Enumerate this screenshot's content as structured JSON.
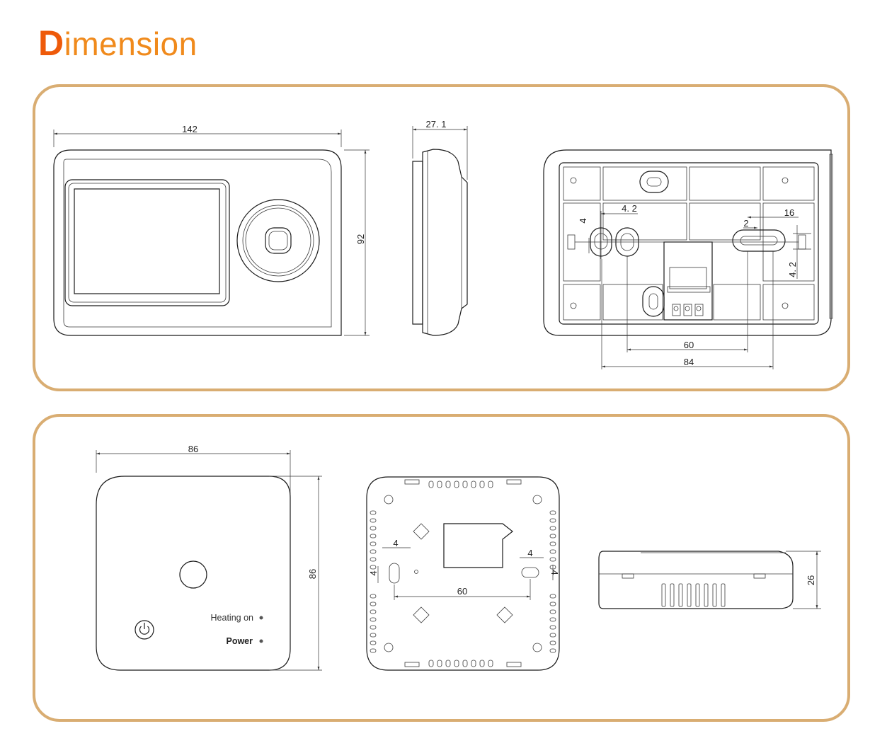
{
  "title": {
    "initial": "D",
    "rest": "imension"
  },
  "colors": {
    "title_initial": "#ee5a0a",
    "title_rest": "#f08a1c",
    "panel_border": "#d9ad72",
    "line": "#1a1a1a"
  },
  "views": {
    "wired_front": {
      "width": "142",
      "height": "92"
    },
    "wired_side": {
      "depth": "27. 1"
    },
    "wired_back": {
      "hole_d": "4. 2",
      "hole_gap": "4",
      "slot": "16",
      "slot_gap": "2",
      "slot_d": "4. 2",
      "spacing_inner": "60",
      "spacing_outer": "84"
    },
    "wireless_front": {
      "width": "86",
      "height": "86",
      "label_heating": "Heating on",
      "label_power": "Power"
    },
    "wireless_back": {
      "hole_left": "4",
      "hole_left_v": "4",
      "hole_right": "4",
      "hole_right_v": "4",
      "spacing": "60"
    },
    "wireless_side": {
      "depth": "26"
    }
  }
}
